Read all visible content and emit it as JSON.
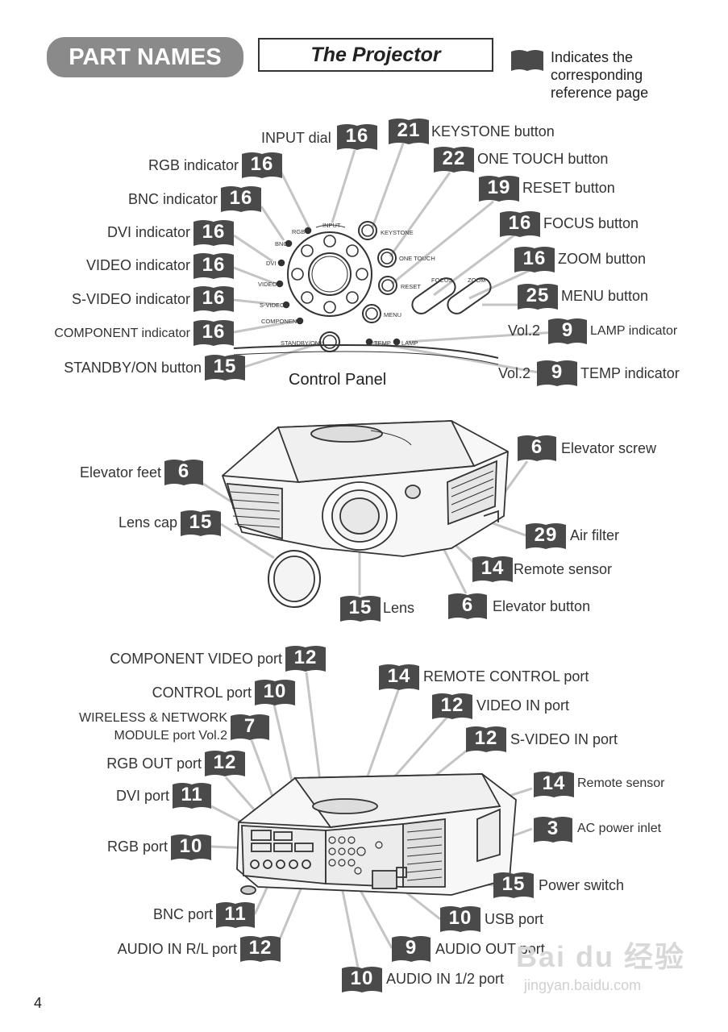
{
  "header": {
    "section_title": "PART NAMES",
    "subtitle": "The Projector",
    "legend_text": [
      "Indicates the",
      "corresponding",
      "reference page"
    ]
  },
  "control_panel": {
    "caption": "Control Panel",
    "panel_text": {
      "input": "INPUT",
      "rgb": "RGB",
      "bnc": "BNC",
      "dvi": "DVI",
      "video": "VIDEO",
      "svideo": "S-VIDEO",
      "component": "COMPONENT",
      "keystone": "KEYSTONE",
      "onetouch": "ONE TOUCH",
      "reset": "RESET",
      "focus": "FOCUS",
      "zoom": "ZOOM",
      "menu": "MENU",
      "standby": "STANDBY/ON",
      "temp": "TEMP",
      "lamp": "LAMP"
    },
    "callouts": {
      "input_dial": {
        "label": "INPUT dial",
        "page": "16"
      },
      "keystone": {
        "label": "KEYSTONE button",
        "page": "21"
      },
      "onetouch": {
        "label": "ONE TOUCH button",
        "page": "22"
      },
      "reset": {
        "label": "RESET button",
        "page": "19"
      },
      "focus": {
        "label": "FOCUS button",
        "page": "16"
      },
      "zoom": {
        "label": "ZOOM button",
        "page": "16"
      },
      "menu": {
        "label": "MENU button",
        "page": "25"
      },
      "lamp": {
        "label": "LAMP indicator",
        "prefix": "Vol.2",
        "page": "9"
      },
      "temp": {
        "label": "TEMP indicator",
        "prefix": "Vol.2",
        "page": "9"
      },
      "rgb": {
        "label": "RGB indicator",
        "page": "16"
      },
      "bnc": {
        "label": "BNC indicator",
        "page": "16"
      },
      "dvi": {
        "label": "DVI indicator",
        "page": "16"
      },
      "video": {
        "label": "VIDEO indicator",
        "page": "16"
      },
      "svideo": {
        "label": "S-VIDEO indicator",
        "page": "16"
      },
      "component": {
        "label": "COMPONENT indicator",
        "page": "16"
      },
      "standby": {
        "label": "STANDBY/ON button",
        "page": "15"
      }
    }
  },
  "front_view": {
    "elevator_screw": {
      "label": "Elevator screw",
      "page": "6"
    },
    "elevator_feet": {
      "label": "Elevator feet",
      "page": "6"
    },
    "lens_cap": {
      "label": "Lens cap",
      "page": "15"
    },
    "air_filter": {
      "label": "Air filter",
      "page": "29"
    },
    "remote_sensor": {
      "label": "Remote sensor",
      "page": "14"
    },
    "lens": {
      "label": "Lens",
      "page": "15"
    },
    "elevator_button": {
      "label": "Elevator button",
      "page": "6"
    }
  },
  "rear_view": {
    "component_video": {
      "label": "COMPONENT VIDEO port",
      "page": "12"
    },
    "control": {
      "label": "CONTROL port",
      "page": "10"
    },
    "wireless": {
      "label1": "WIRELESS & NETWORK",
      "label2": "MODULE port  Vol.2",
      "page": "7"
    },
    "rgb_out": {
      "label": "RGB OUT port",
      "page": "12"
    },
    "dvi": {
      "label": "DVI port",
      "page": "11"
    },
    "rgb": {
      "label": "RGB port",
      "page": "10"
    },
    "bnc": {
      "label": "BNC port",
      "page": "11"
    },
    "audio_in_rl": {
      "label": "AUDIO IN R/L port",
      "page": "12"
    },
    "remote_control": {
      "label": "REMOTE CONTROL port",
      "page": "14"
    },
    "video_in": {
      "label": "VIDEO IN port",
      "page": "12"
    },
    "svideo_in": {
      "label": "S-VIDEO IN port",
      "page": "12"
    },
    "remote_sensor": {
      "label": "Remote sensor",
      "page": "14"
    },
    "ac_inlet": {
      "label": "AC power inlet",
      "page": "3"
    },
    "power_switch": {
      "label": "Power switch",
      "page": "15"
    },
    "usb": {
      "label": "USB port",
      "page": "10"
    },
    "audio_out": {
      "label": "AUDIO OUT port",
      "page": "9"
    },
    "audio_in_12": {
      "label": "AUDIO IN 1/2 port",
      "page": "10"
    }
  },
  "page_number": "4",
  "watermark": {
    "line1": "Bai du 经验",
    "line2": "jingyan.baidu.com"
  },
  "colors": {
    "badge": "#4a4a4a",
    "leader_line": "#bdbdbd",
    "title_pill": "#8a8a8a"
  }
}
